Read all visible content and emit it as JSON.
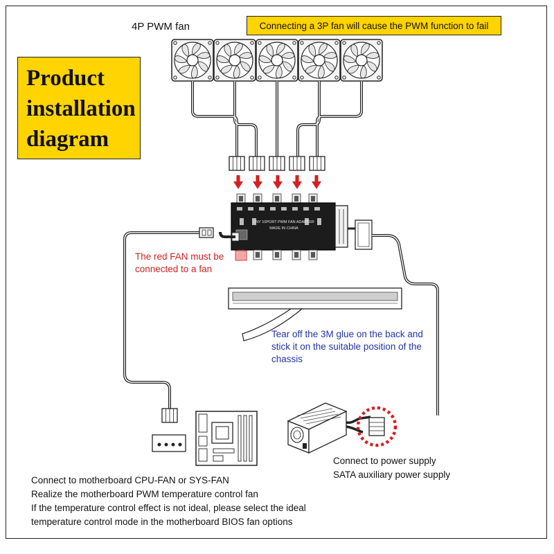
{
  "header": {
    "fan_title": "4P PWM fan",
    "warning": "Connecting a 3P fan will cause the PWM function to fail"
  },
  "title_block": {
    "lines": [
      "Product",
      "installation",
      "diagram"
    ]
  },
  "hub": {
    "label_line1": "LNY 10PORT PWM FAN ADAPTER",
    "label_line2": "MADE IN CHINA"
  },
  "notes": {
    "red_fan": "The red FAN must be connected to a fan",
    "glue": "Tear off the 3M glue on the back and stick it on the suitable position of the chassis",
    "psu": [
      "Connect to power supply",
      "SATA auxiliary power supply"
    ],
    "motherboard": [
      "Connect to motherboard CPU-FAN or SYS-FAN",
      "Realize the motherboard PWM temperature control fan",
      "If the temperature control effect is not ideal, please select the ideal",
      "temperature control mode in the motherboard BIOS fan options"
    ]
  },
  "colors": {
    "highlight": "#ffd400",
    "red": "#cc2222",
    "blue": "#2233aa",
    "arrow": "#d42020"
  }
}
